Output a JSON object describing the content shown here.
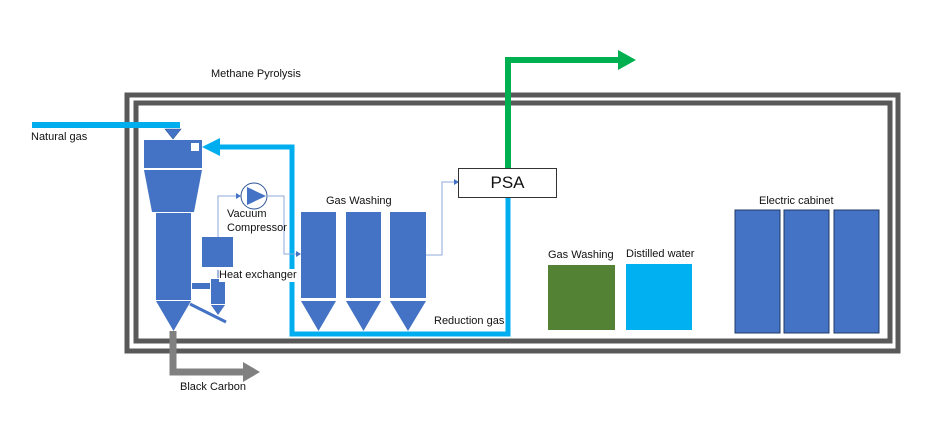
{
  "title": "Methane Pyrolysis",
  "colors": {
    "equipment_blue": "#4472C4",
    "gas_line_cyan": "#00AEEF",
    "hydrogen_green": "#00B050",
    "carbon_gray": "#808080",
    "container_gray": "#595959",
    "gas_washing_green": "#548235",
    "distilled_water_cyan": "#00B0F0"
  },
  "labels": {
    "natural_gas": "Natural gas",
    "vacuum_compressor_line1": "Vacuum",
    "vacuum_compressor_line2": "Compressor",
    "heat_exchanger": "Heat exchanger",
    "gas_washing_towers": "Gas Washing",
    "psa": "PSA",
    "reduction_gas": "Reduction gas",
    "black_carbon": "Black Carbon",
    "gas_washing_tank": "Gas Washing",
    "distilled_water_tank": "Distilled water",
    "electric_cabinet": "Electric cabinet"
  },
  "components": {
    "gas_washing_tower_count": 3,
    "electric_cabinet_count": 3
  }
}
